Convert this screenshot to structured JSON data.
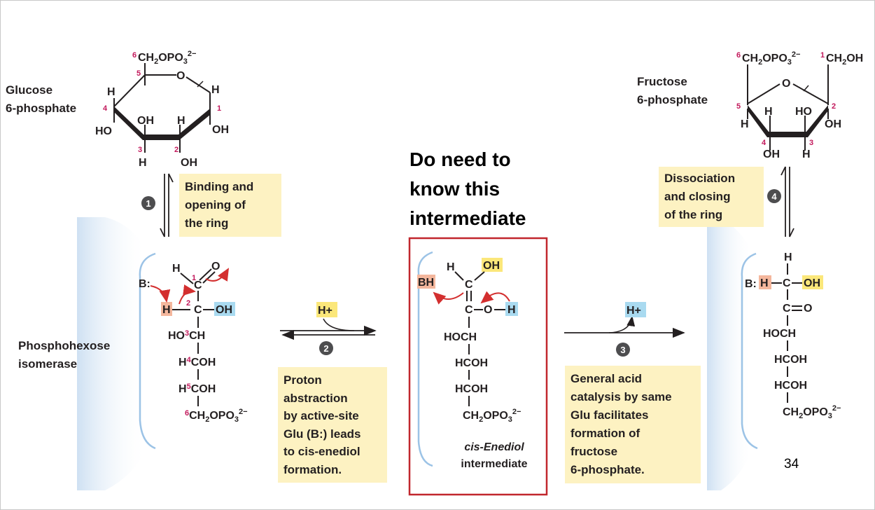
{
  "labels": {
    "glucose_6_phosphate": [
      "Glucose",
      "6-phosphate"
    ],
    "fructose_6_phosphate": [
      "Fructose",
      "6-phosphate"
    ],
    "enzyme": [
      "Phosphohexose",
      "isomerase"
    ],
    "callout": [
      "Do need to",
      "know this",
      "intermediate"
    ],
    "intermediate_caption": [
      "cis-Enediol",
      "intermediate"
    ],
    "page_number": "34"
  },
  "steps": [
    {
      "number": "1",
      "text": [
        "Binding and",
        "opening of",
        "the ring"
      ]
    },
    {
      "number": "2",
      "text": [
        "Proton",
        "abstraction",
        "by active-site",
        "Glu (B:) leads",
        "to cis-enediol",
        "formation."
      ]
    },
    {
      "number": "3",
      "text": [
        "General acid",
        "catalysis by same",
        "Glu facilitates",
        "formation of",
        "fructose",
        "6-phosphate."
      ]
    },
    {
      "number": "4",
      "text": [
        "Dissociation",
        "and closing",
        "of the ring"
      ]
    }
  ],
  "molecules": {
    "glucose_ring": {
      "c6": "CH2OPO32−",
      "ring_o": "O",
      "c1_h": "H",
      "c1_oh": "OH",
      "c4_h": "H",
      "c4_oh": "HO",
      "c3_oh": "OH",
      "c3_h": "H",
      "c2_h": "H",
      "c2_oh": "OH",
      "carbon_numbers": [
        "1",
        "2",
        "3",
        "4",
        "5",
        "6"
      ]
    },
    "fructose_ring": {
      "c6": "CH2OPO32−",
      "c1": "CH2OH",
      "ring_o": "O",
      "c2_oh": "OH",
      "c3_ho": "HO",
      "c3_h": "H",
      "c4_oh": "OH",
      "c4_h": "H",
      "c5_h": "H",
      "carbon_numbers": [
        "1",
        "2",
        "3",
        "4",
        "5",
        "6"
      ]
    },
    "open_glucose": {
      "base": "B:",
      "c1": "C",
      "c1_h": "H",
      "c1_o": "O",
      "c2": "C",
      "c2_h": "H",
      "c2_oh": "OH",
      "rows": [
        "HO3CH",
        "H4COH",
        "H5COH",
        "6CH2OPO32−"
      ]
    },
    "enediol": {
      "base": "BH",
      "c1": "C",
      "c1_h": "H",
      "c1_oh": "OH",
      "c2": "C",
      "c2_o": "O",
      "c2_h": "H",
      "rows": [
        "HOCH",
        "HCOH",
        "HCOH",
        "CH2OPO32−"
      ]
    },
    "open_fructose": {
      "base": "B:",
      "c1_top_h": "H",
      "c1_h": "H",
      "c1": "C",
      "c1_oh": "OH",
      "c2": "C",
      "c2_o": "O",
      "rows": [
        "HOCH",
        "HCOH",
        "HCOH",
        "CH2OPO32−"
      ]
    }
  },
  "protons": {
    "step2": "H+",
    "step3": "H+"
  },
  "colors": {
    "note_bg": "#fdf2c2",
    "highlight_pink": "#f4b79d",
    "highlight_blue": "#a9daf0",
    "highlight_yellow": "#fbe77a",
    "arrow_red": "#d32f2f",
    "box_red": "#c1272d",
    "carbon_number": "#c2185b",
    "enzyme_shade": "#dbe9f7"
  }
}
